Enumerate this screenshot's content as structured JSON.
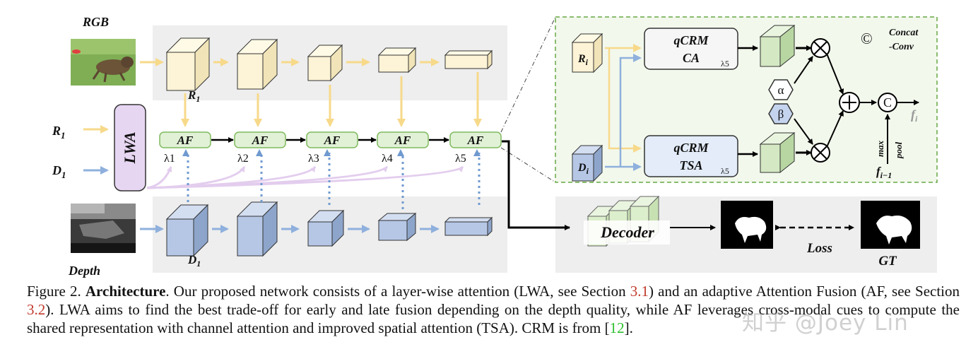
{
  "inputs": {
    "rgb_label": "RGB",
    "depth_label": "Depth",
    "r1_input": "R",
    "d1_input": "D",
    "sub1": "1",
    "lwa": "LWA"
  },
  "encoders": {
    "r_label": "R",
    "d_label": "D",
    "sub": "1"
  },
  "af": {
    "label": "AF",
    "lambdas": [
      "λ1",
      "λ2",
      "λ3",
      "λ4",
      "λ5"
    ]
  },
  "detail": {
    "ri": "R",
    "di": "D",
    "i_sub": "i",
    "qcrm_ca_line1": "qCRM",
    "qcrm_ca_line2": "CA",
    "qcrm_tsa_line1": "qCRM",
    "qcrm_tsa_line2": "TSA",
    "lambda5": "λ5",
    "alpha": "α",
    "beta": "β",
    "concat_symbol": "©",
    "concat_line1": "Concat",
    "concat_line2": "-Conv",
    "fi": "f",
    "fi_sub": "i",
    "fprev": "f",
    "fprev_sub": "i−1",
    "max": "max",
    "pool": "pool",
    "otimes": "⊗",
    "oplus": "+",
    "c": "C"
  },
  "decoder": {
    "label": "Decoder",
    "loss": "Loss",
    "gt": "GT"
  },
  "caption": {
    "prefix": "Figure 2. ",
    "title": "Architecture",
    "t1": ". Our proposed network consists of a layer-wise attention (LWA, see Section ",
    "ref1": "3.1",
    "t2": ") and an adaptive Attention Fusion (AF, see Section ",
    "ref2": "3.2",
    "t3": "). LWA aims to find the best trade-off for early and late fusion depending on the depth quality, while AF leverages cross-modal cues to compute the shared representation with channel attention and improved spatial attention (TSA). CRM is from [",
    "ref3": "12",
    "t4": "]."
  },
  "watermark": "知乎 @Joey Lin",
  "colors": {
    "rgb_block": "#fdf3d6",
    "depth_block": "#b6c7e6",
    "af_fill": "#e1f1d6",
    "af_stroke": "#7fba5f",
    "lwa_fill": "#e7d6f2",
    "yellow_arrow": "#f7d98a",
    "blue_arrow": "#8fb0dd",
    "ref_red": "#c0392b",
    "ref_green": "#2bbf2b"
  }
}
